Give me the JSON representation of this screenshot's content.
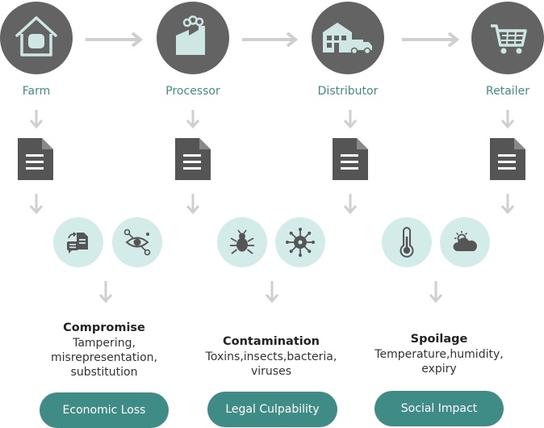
{
  "stages": [
    {
      "label": "Farm",
      "icon": "house-icon"
    },
    {
      "label": "Processor",
      "icon": "factory-icon"
    },
    {
      "label": "Distributor",
      "icon": "warehouse-truck-icon"
    },
    {
      "label": "Retailer",
      "icon": "shopping-cart-icon"
    }
  ],
  "risks": [
    {
      "title": "Compromise",
      "line1": "Tampering,",
      "line2": "misrepresentation,",
      "line3": "substitution",
      "impact": "Economic Loss",
      "icons": [
        "document-swap-icon",
        "eye-network-icon"
      ]
    },
    {
      "title": "Contamination",
      "line1": "Toxins,insects,bacteria,",
      "line2": "viruses",
      "line3": "",
      "impact": "Legal Culpability",
      "icons": [
        "bug-icon",
        "virus-icon"
      ]
    },
    {
      "title": "Spoilage",
      "line1": "Temperature,humidity,",
      "line2": "expiry",
      "line3": "",
      "impact": "Social Impact",
      "icons": [
        "thermometer-icon",
        "weather-icon"
      ]
    }
  ],
  "colors": {
    "stage_circle": "#636363",
    "accent": "#3f8c86",
    "light_circle": "#d3ecea",
    "arrow": "#cfcfcf",
    "doc": "#555555"
  }
}
